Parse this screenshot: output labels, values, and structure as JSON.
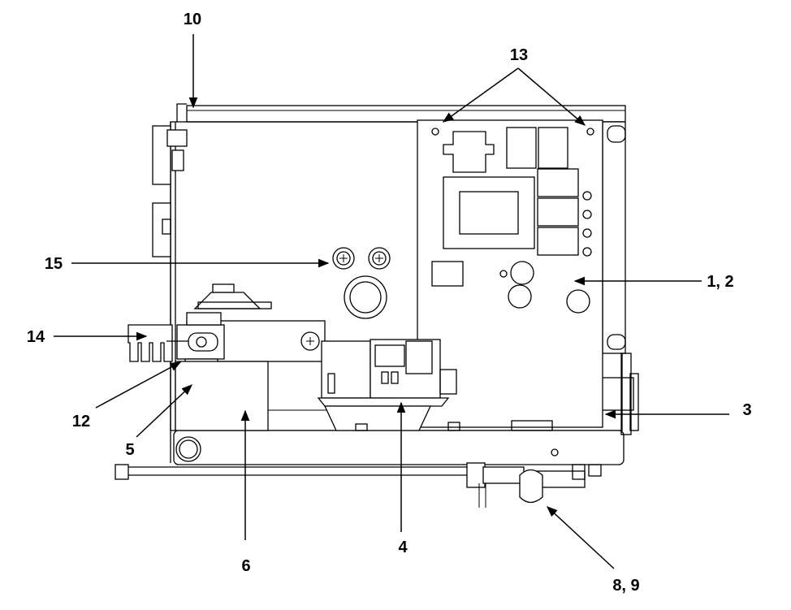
{
  "callouts": {
    "c10": "10",
    "c13": "13",
    "c15": "15",
    "c14": "14",
    "c12": "12",
    "c5": "5",
    "c6": "6",
    "c4": "4",
    "c3": "3",
    "c89": "8, 9",
    "c12b": "1, 2"
  },
  "colors": {
    "line": "#000000",
    "background": "#ffffff"
  }
}
